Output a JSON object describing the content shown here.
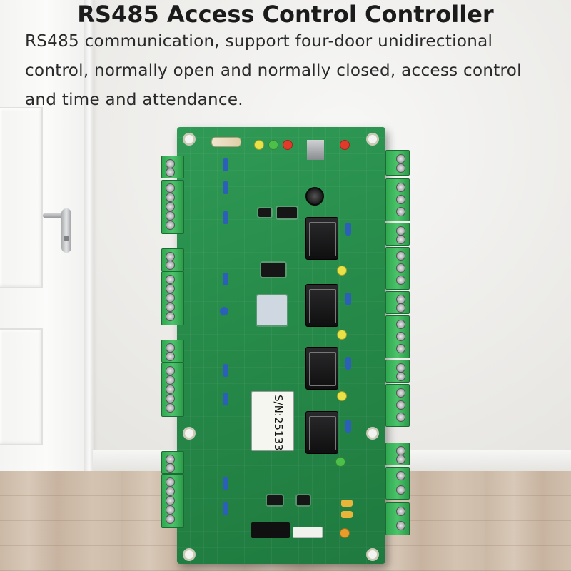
{
  "headline": {
    "title": "RS485 Access Control Controller",
    "description": "RS485 communication, support four-door unidirectional control, normally open and normally closed, access control and time and attendance."
  },
  "board": {
    "serial_label": "S/N:25133"
  },
  "colors": {
    "pcb_green": "#268a49",
    "terminal_green": "#3cb55c",
    "text_dark": "#1b1b1b"
  }
}
